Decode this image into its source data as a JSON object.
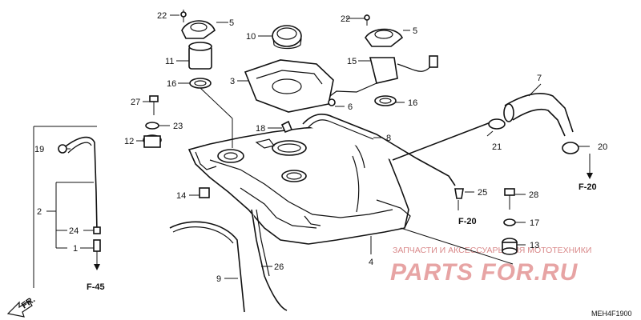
{
  "diagram": {
    "part_numbers": {
      "n1": "1",
      "n2": "2",
      "n3": "3",
      "n4": "4",
      "n5a": "5",
      "n5b": "5",
      "n6": "6",
      "n7": "7",
      "n8": "8",
      "n9": "9",
      "n10": "10",
      "n11": "11",
      "n12": "12",
      "n13": "13",
      "n14": "14",
      "n15": "15",
      "n16a": "16",
      "n16b": "16",
      "n17": "17",
      "n18": "18",
      "n19": "19",
      "n20": "20",
      "n21": "21",
      "n22a": "22",
      "n22b": "22",
      "n23": "23",
      "n24": "24",
      "n25": "25",
      "n26": "26",
      "n27": "27",
      "n28": "28"
    },
    "references": {
      "f45": "F-45",
      "f20a": "F-20",
      "f20b": "F-20",
      "fr": "FR."
    },
    "diagram_code": "MEH4F1900"
  },
  "watermark": {
    "subtitle": "ЗАПЧАСТИ И АКСЕССУАРЫ ДЛЯ МОТОТЕХНИКИ",
    "brand": "PARTS FOR.RU"
  },
  "colors": {
    "line": "#111111",
    "watermark": "#e7a4a4"
  }
}
